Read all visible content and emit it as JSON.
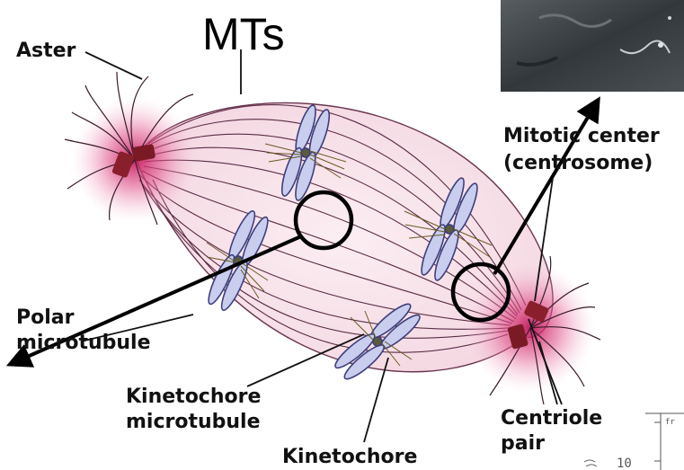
{
  "diagram": {
    "title": "MTs",
    "labels": {
      "aster": "Aster",
      "mitotic_center_line1": "Mitotic center",
      "mitotic_center_line2": "(centrosome)",
      "polar_line1": "Polar",
      "polar_line2": "microtubule",
      "kinetochore_mt_line1": "Kinetochore",
      "kinetochore_mt_line2": "microtubule",
      "kinetochore": "Kinetochore",
      "centriole_line1": "Centriole",
      "centriole_line2": "pair"
    },
    "inset_chart": {
      "tick_label": "10",
      "corner_text": "fr"
    },
    "colors": {
      "spindle_fill": "#f7dde6",
      "aster_glow": "#d8306a",
      "chromosome": "#c9cdee",
      "chromosome_edge": "#3d3f7a",
      "centriole": "#8a1f2c",
      "annotation": "#000000",
      "photo": "#3d4247"
    }
  }
}
